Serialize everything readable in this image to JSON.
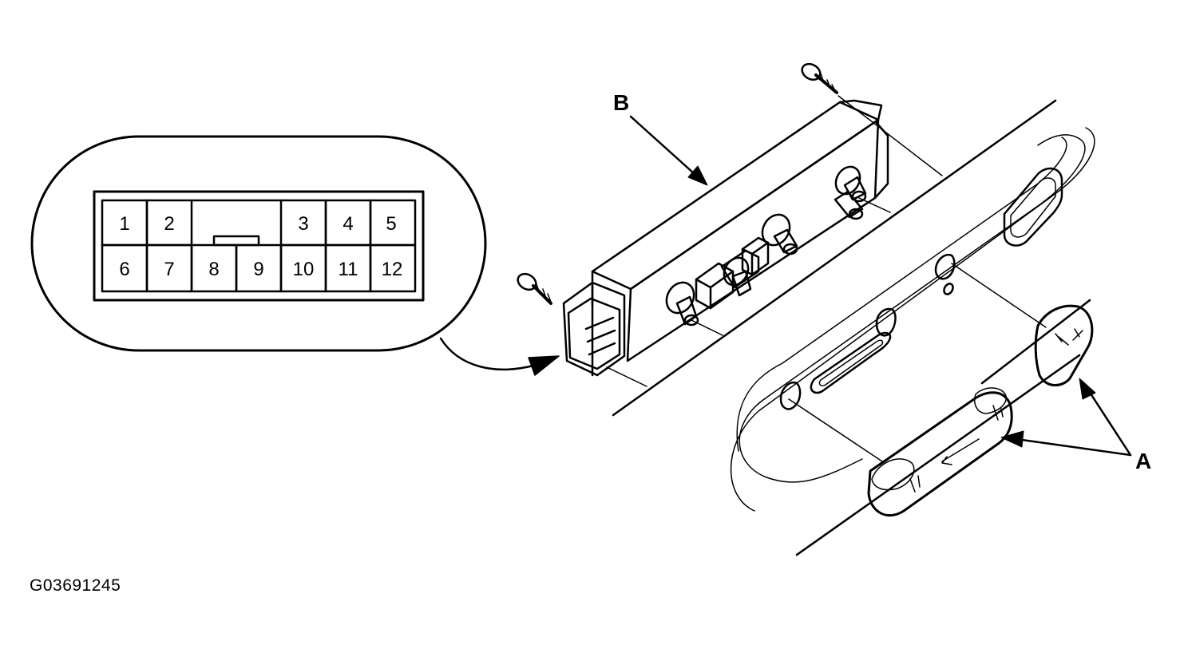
{
  "connector": {
    "pins_top": [
      "1",
      "2",
      "3",
      "4",
      "5"
    ],
    "pins_bottom": [
      "6",
      "7",
      "8",
      "9",
      "10",
      "11",
      "12"
    ]
  },
  "callouts": {
    "switch_assembly": "B",
    "knobs": "A"
  },
  "figure_code": "G03691245"
}
